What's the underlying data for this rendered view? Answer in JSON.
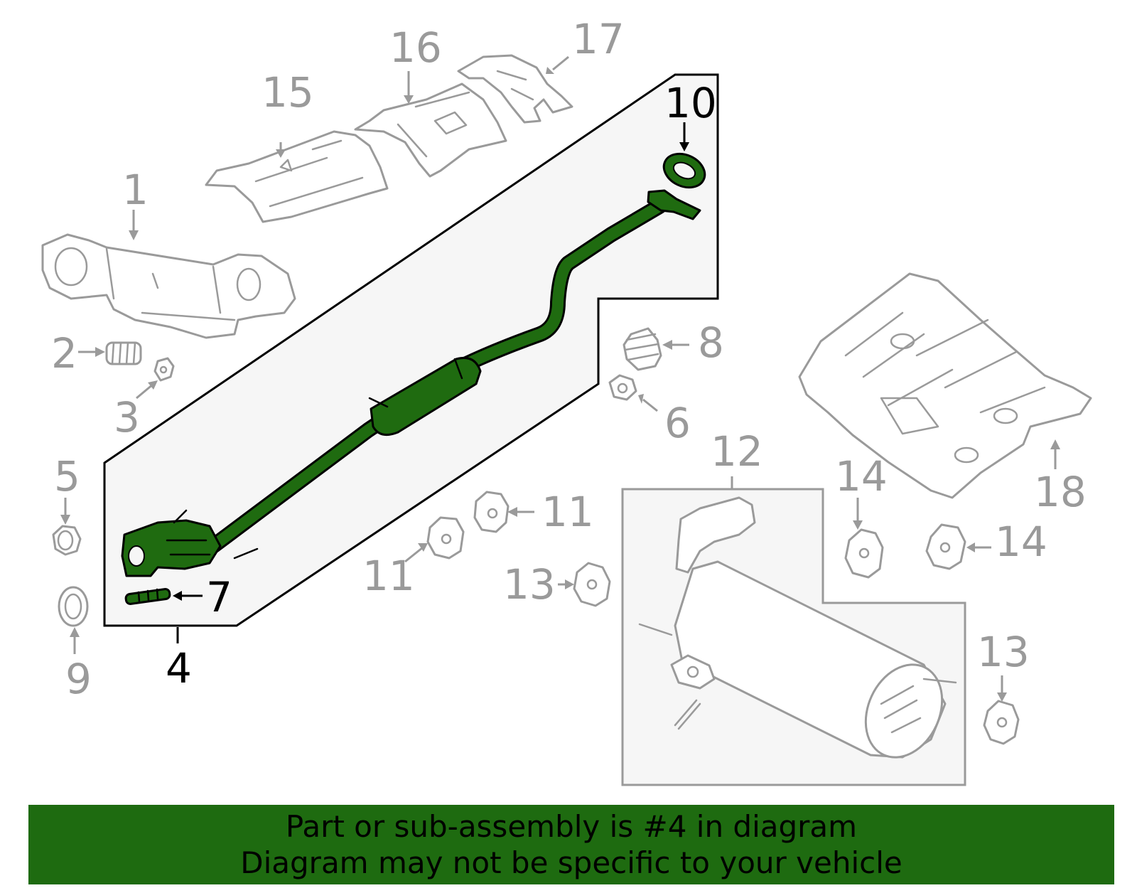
{
  "callouts": {
    "c1": "1",
    "c2": "2",
    "c3": "3",
    "c4": "4",
    "c5": "5",
    "c6": "6",
    "c7": "7",
    "c8": "8",
    "c9": "9",
    "c10": "10",
    "c11a": "11",
    "c11b": "11",
    "c12": "12",
    "c13a": "13",
    "c13b": "13",
    "c14a": "14",
    "c14b": "14",
    "c15": "15",
    "c16": "16",
    "c17": "17",
    "c18": "18"
  },
  "highlighted_part": "4",
  "colors": {
    "highlight": "#1f6b10",
    "banner_bg": "#1e6b10",
    "part_outline": "#9a9a9a",
    "box_fill": "#f6f6f6"
  },
  "banner": {
    "line1": "Part or sub-assembly is #4 in diagram",
    "line2": "Diagram may not be specific to your vehicle"
  }
}
